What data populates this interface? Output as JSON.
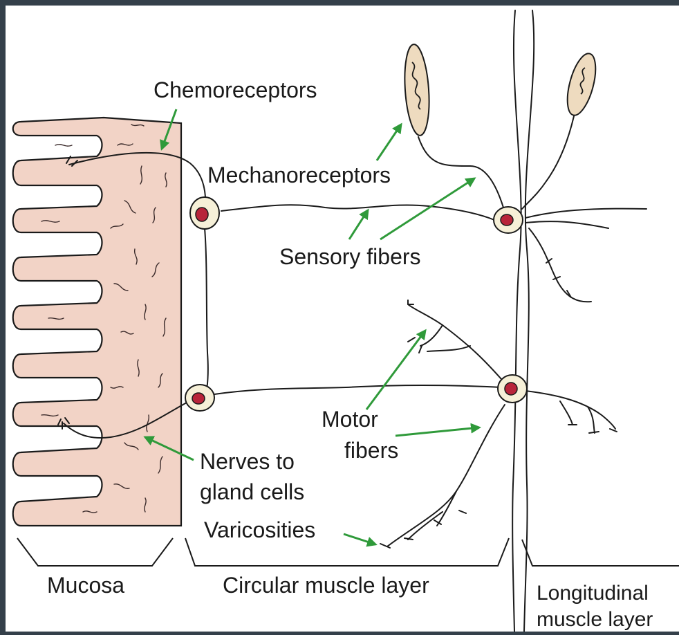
{
  "labels": {
    "chemoreceptors": "Chemoreceptors",
    "mechanoreceptors": "Mechanoreceptors",
    "sensory_fibers": "Sensory fibers",
    "motor_line1": "Motor",
    "motor_line2": "fibers",
    "nerves_line1": "Nerves to",
    "nerves_line2": "gland cells",
    "varicosities": "Varicosities",
    "mucosa": "Mucosa",
    "circular": "Circular muscle layer",
    "longitudinal_line1": "Longitudinal",
    "longitudinal_line2": "muscle layer"
  },
  "colors": {
    "background": "#34404a",
    "paper": "#ffffff",
    "mucosa_fill": "#f2d3c6",
    "receptor_fill": "#eedbbf",
    "ganglion_fill": "#f6f0d8",
    "nucleus_fill": "#b8243a",
    "arrow": "#2f9a3a",
    "line": "#1a1a1a"
  }
}
